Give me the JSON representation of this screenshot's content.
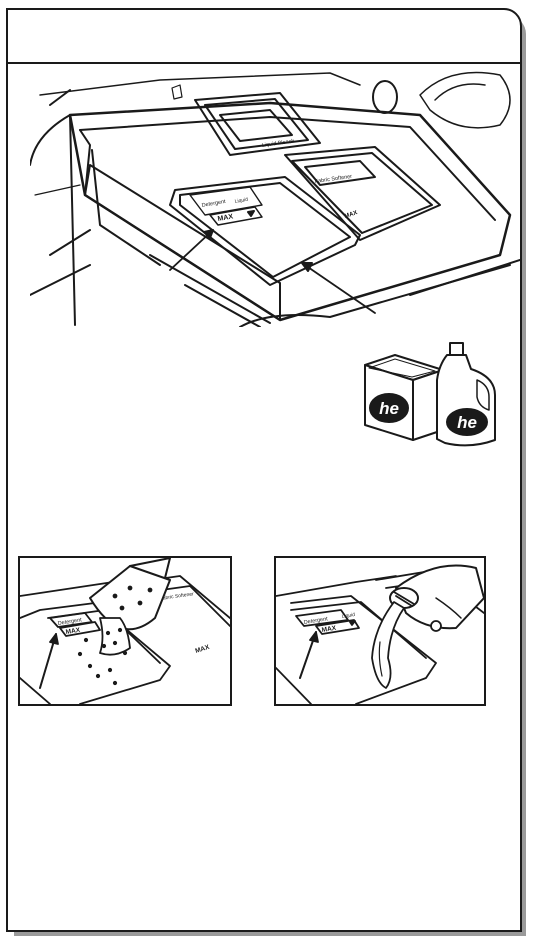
{
  "main_illustration": {
    "liquid_bleach_label": "Liquid Bleach",
    "detergent_label": "Detergent",
    "liquid_label": "Liquid",
    "fabric_softener_label": "Fabric Softener",
    "max_label": "MAX",
    "max_label_softener": "MAX"
  },
  "products": {
    "box_logo": "he",
    "bottle_logo": "he"
  },
  "panel_powder": {
    "detergent_label": "Detergent",
    "softener_label": "Fabric Softener",
    "max_label": "MAX",
    "max_label_softener": "MAX"
  },
  "panel_liquid": {
    "detergent_label": "Detergent",
    "liquid_label": "Liquid",
    "max_label": "MAX"
  }
}
